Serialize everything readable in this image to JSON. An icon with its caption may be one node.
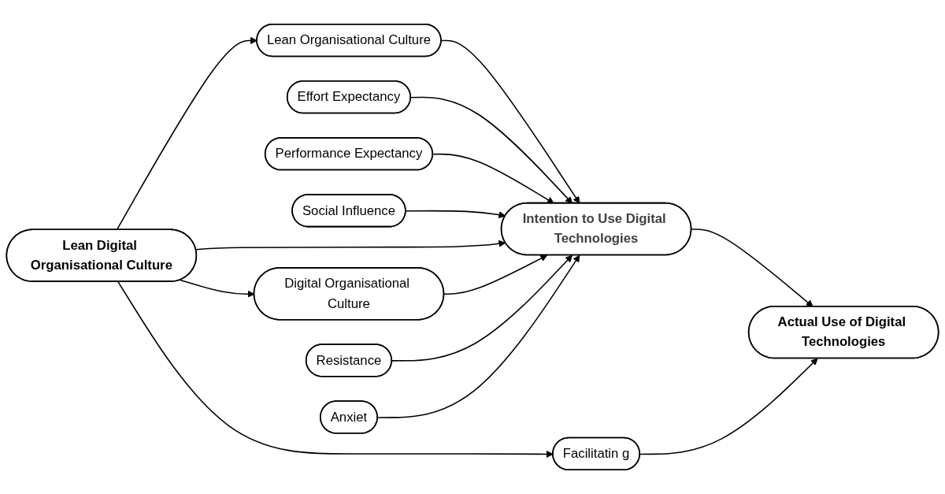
{
  "diagram": {
    "nodes": [
      {
        "text": [
          "Lean Organisational Culture"
        ]
      },
      {
        "text": [
          "Effort Expectancy"
        ]
      },
      {
        "text": [
          "Performance Expectancy"
        ]
      },
      {
        "text": [
          "Social Influence"
        ]
      },
      {
        "text": [
          "Lean Digital Organisational Culture"
        ]
      },
      {
        "text": [
          "Intention to Use Digital Technologies"
        ]
      },
      {
        "text": [
          "Actual Use of Digital Technologies"
        ]
      },
      {
        "text": [
          "Digital Organisational Culture"
        ]
      },
      {
        "text": [
          "Resistance"
        ]
      },
      {
        "text": [
          "Anxiet"
        ]
      },
      {
        "text": [
          "Facilitatin g"
        ]
      }
    ],
    "edges": [
      {
        "from": 4,
        "to": 0,
        "arrow": "to"
      },
      {
        "from": 0,
        "to": 5,
        "arrow": "to"
      },
      {
        "from": 1,
        "to": 5,
        "arrow": "to"
      },
      {
        "from": 2,
        "to": 5,
        "arrow": "to"
      },
      {
        "from": 3,
        "to": 5,
        "arrow": "to"
      },
      {
        "from": 4,
        "to": 5,
        "arrow": "to"
      },
      {
        "from": 5,
        "to": 6,
        "arrow": "to"
      },
      {
        "from": 4,
        "to": 7,
        "arrow": "to"
      },
      {
        "from": 7,
        "to": 5,
        "arrow": "to"
      },
      {
        "from": 8,
        "to": 5,
        "arrow": "to"
      },
      {
        "from": 9,
        "to": 5,
        "arrow": "to"
      },
      {
        "from": 4,
        "to": 10,
        "arrow": "to"
      },
      {
        "from": 10,
        "to": 6,
        "arrow": "to"
      }
    ]
  }
}
